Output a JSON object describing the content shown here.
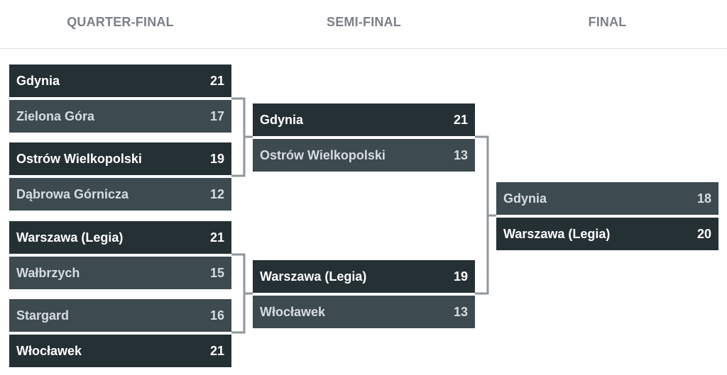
{
  "rounds": {
    "quarter_final": "QUARTER-FINAL",
    "semi_final": "SEMI-FINAL",
    "final": "FINAL"
  },
  "colors": {
    "winner_bg": "#253034",
    "loser_bg": "#3d4a50",
    "connector": "#8f979d",
    "round_title": "#7b8088"
  },
  "quarter_finals": [
    {
      "top": {
        "team": "Gdynia",
        "score": "21"
      },
      "bottom": {
        "team": "Zielona Góra",
        "score": "17"
      }
    },
    {
      "top": {
        "team": "Ostrów Wielkopolski",
        "score": "19"
      },
      "bottom": {
        "team": "Dąbrowa Górnicza",
        "score": "12"
      }
    },
    {
      "top": {
        "team": "Warszawa (Legia)",
        "score": "21"
      },
      "bottom": {
        "team": "Wałbrzych",
        "score": "15"
      }
    },
    {
      "top": {
        "team": "Stargard",
        "score": "16"
      },
      "bottom": {
        "team": "Włocławek",
        "score": "21"
      }
    }
  ],
  "semi_finals": [
    {
      "top": {
        "team": "Gdynia",
        "score": "21"
      },
      "bottom": {
        "team": "Ostrów Wielkopolski",
        "score": "13"
      }
    },
    {
      "top": {
        "team": "Warszawa (Legia)",
        "score": "19"
      },
      "bottom": {
        "team": "Włocławek",
        "score": "13"
      }
    }
  ],
  "final": {
    "top": {
      "team": "Gdynia",
      "score": "18"
    },
    "bottom": {
      "team": "Warszawa (Legia)",
      "score": "20"
    }
  }
}
